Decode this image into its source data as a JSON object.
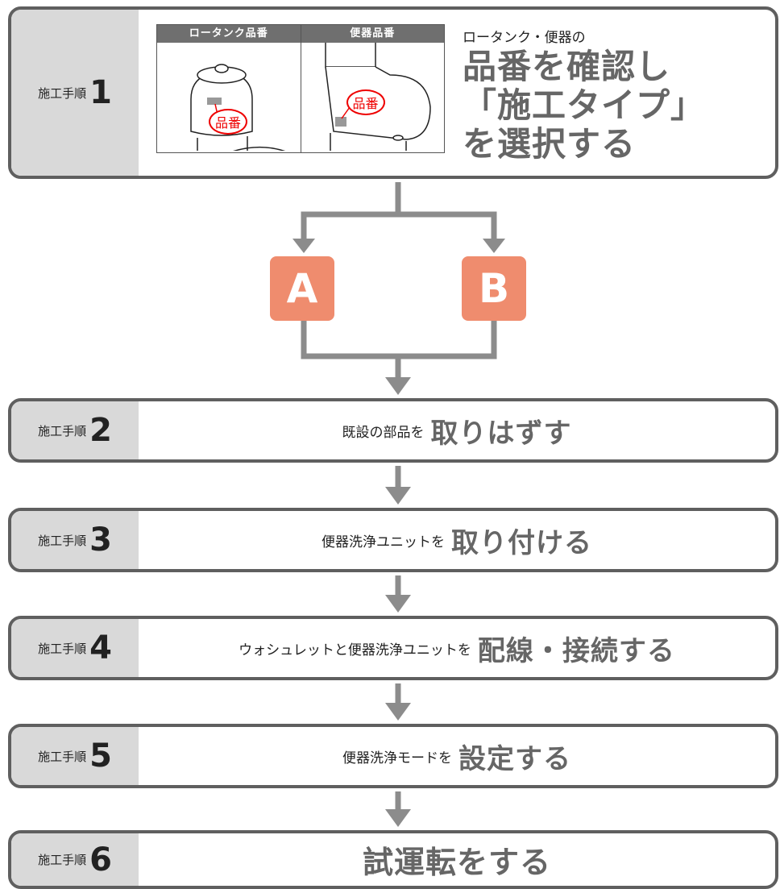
{
  "step_label": "施工手順",
  "step1": {
    "number": "1",
    "pictures": [
      {
        "header": "ロータンク品番",
        "callout": "品番"
      },
      {
        "header": "便器品番",
        "callout": "品番"
      }
    ],
    "title_small": "ロータンク・便器の",
    "title_lines": [
      "品番を確認し",
      "「施工タイプ」",
      "を選択する"
    ]
  },
  "types": [
    "A",
    "B"
  ],
  "steps": [
    {
      "number": "2",
      "pre": "既設の部品を",
      "big": "取りはずす"
    },
    {
      "number": "3",
      "pre": "便器洗浄ユニットを",
      "big": "取り付ける"
    },
    {
      "number": "4",
      "pre": "ウォシュレットと便器洗浄ユニットを",
      "big": "配線・接続する"
    },
    {
      "number": "5",
      "pre": "便器洗浄モードを",
      "big": "設定する"
    },
    {
      "number": "6",
      "pre": "",
      "big": "試運転をする"
    }
  ],
  "colors": {
    "border": "#5f5f5f",
    "label_bg": "#d9d9d9",
    "badge": "#ef8c6e",
    "arrow": "#8c8c8c",
    "callout": "#e00000"
  }
}
